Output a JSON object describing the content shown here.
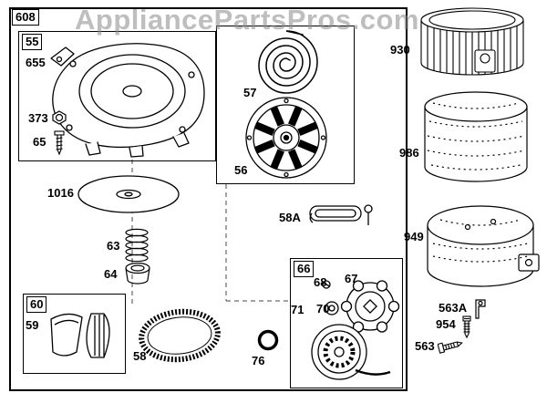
{
  "watermark": "AppliancePartsPros.com",
  "colors": {
    "line": "#000000",
    "background": "#ffffff",
    "watermark_gray": "#8a8a8a"
  },
  "boxed_group_labels": [
    "608",
    "55",
    "60",
    "66"
  ],
  "parts": {
    "608": "608",
    "55": "55",
    "655": "655",
    "373": "373",
    "65": "65",
    "1016": "1016",
    "63": "63",
    "64": "64",
    "60": "60",
    "59": "59",
    "58": "58",
    "57": "57",
    "56": "56",
    "58A": "58A",
    "66": "66",
    "68": "68",
    "67": "67",
    "71": "71",
    "70": "70",
    "76": "76",
    "930": "930",
    "986": "986",
    "949": "949",
    "563A": "563A",
    "954": "954",
    "563": "563"
  }
}
